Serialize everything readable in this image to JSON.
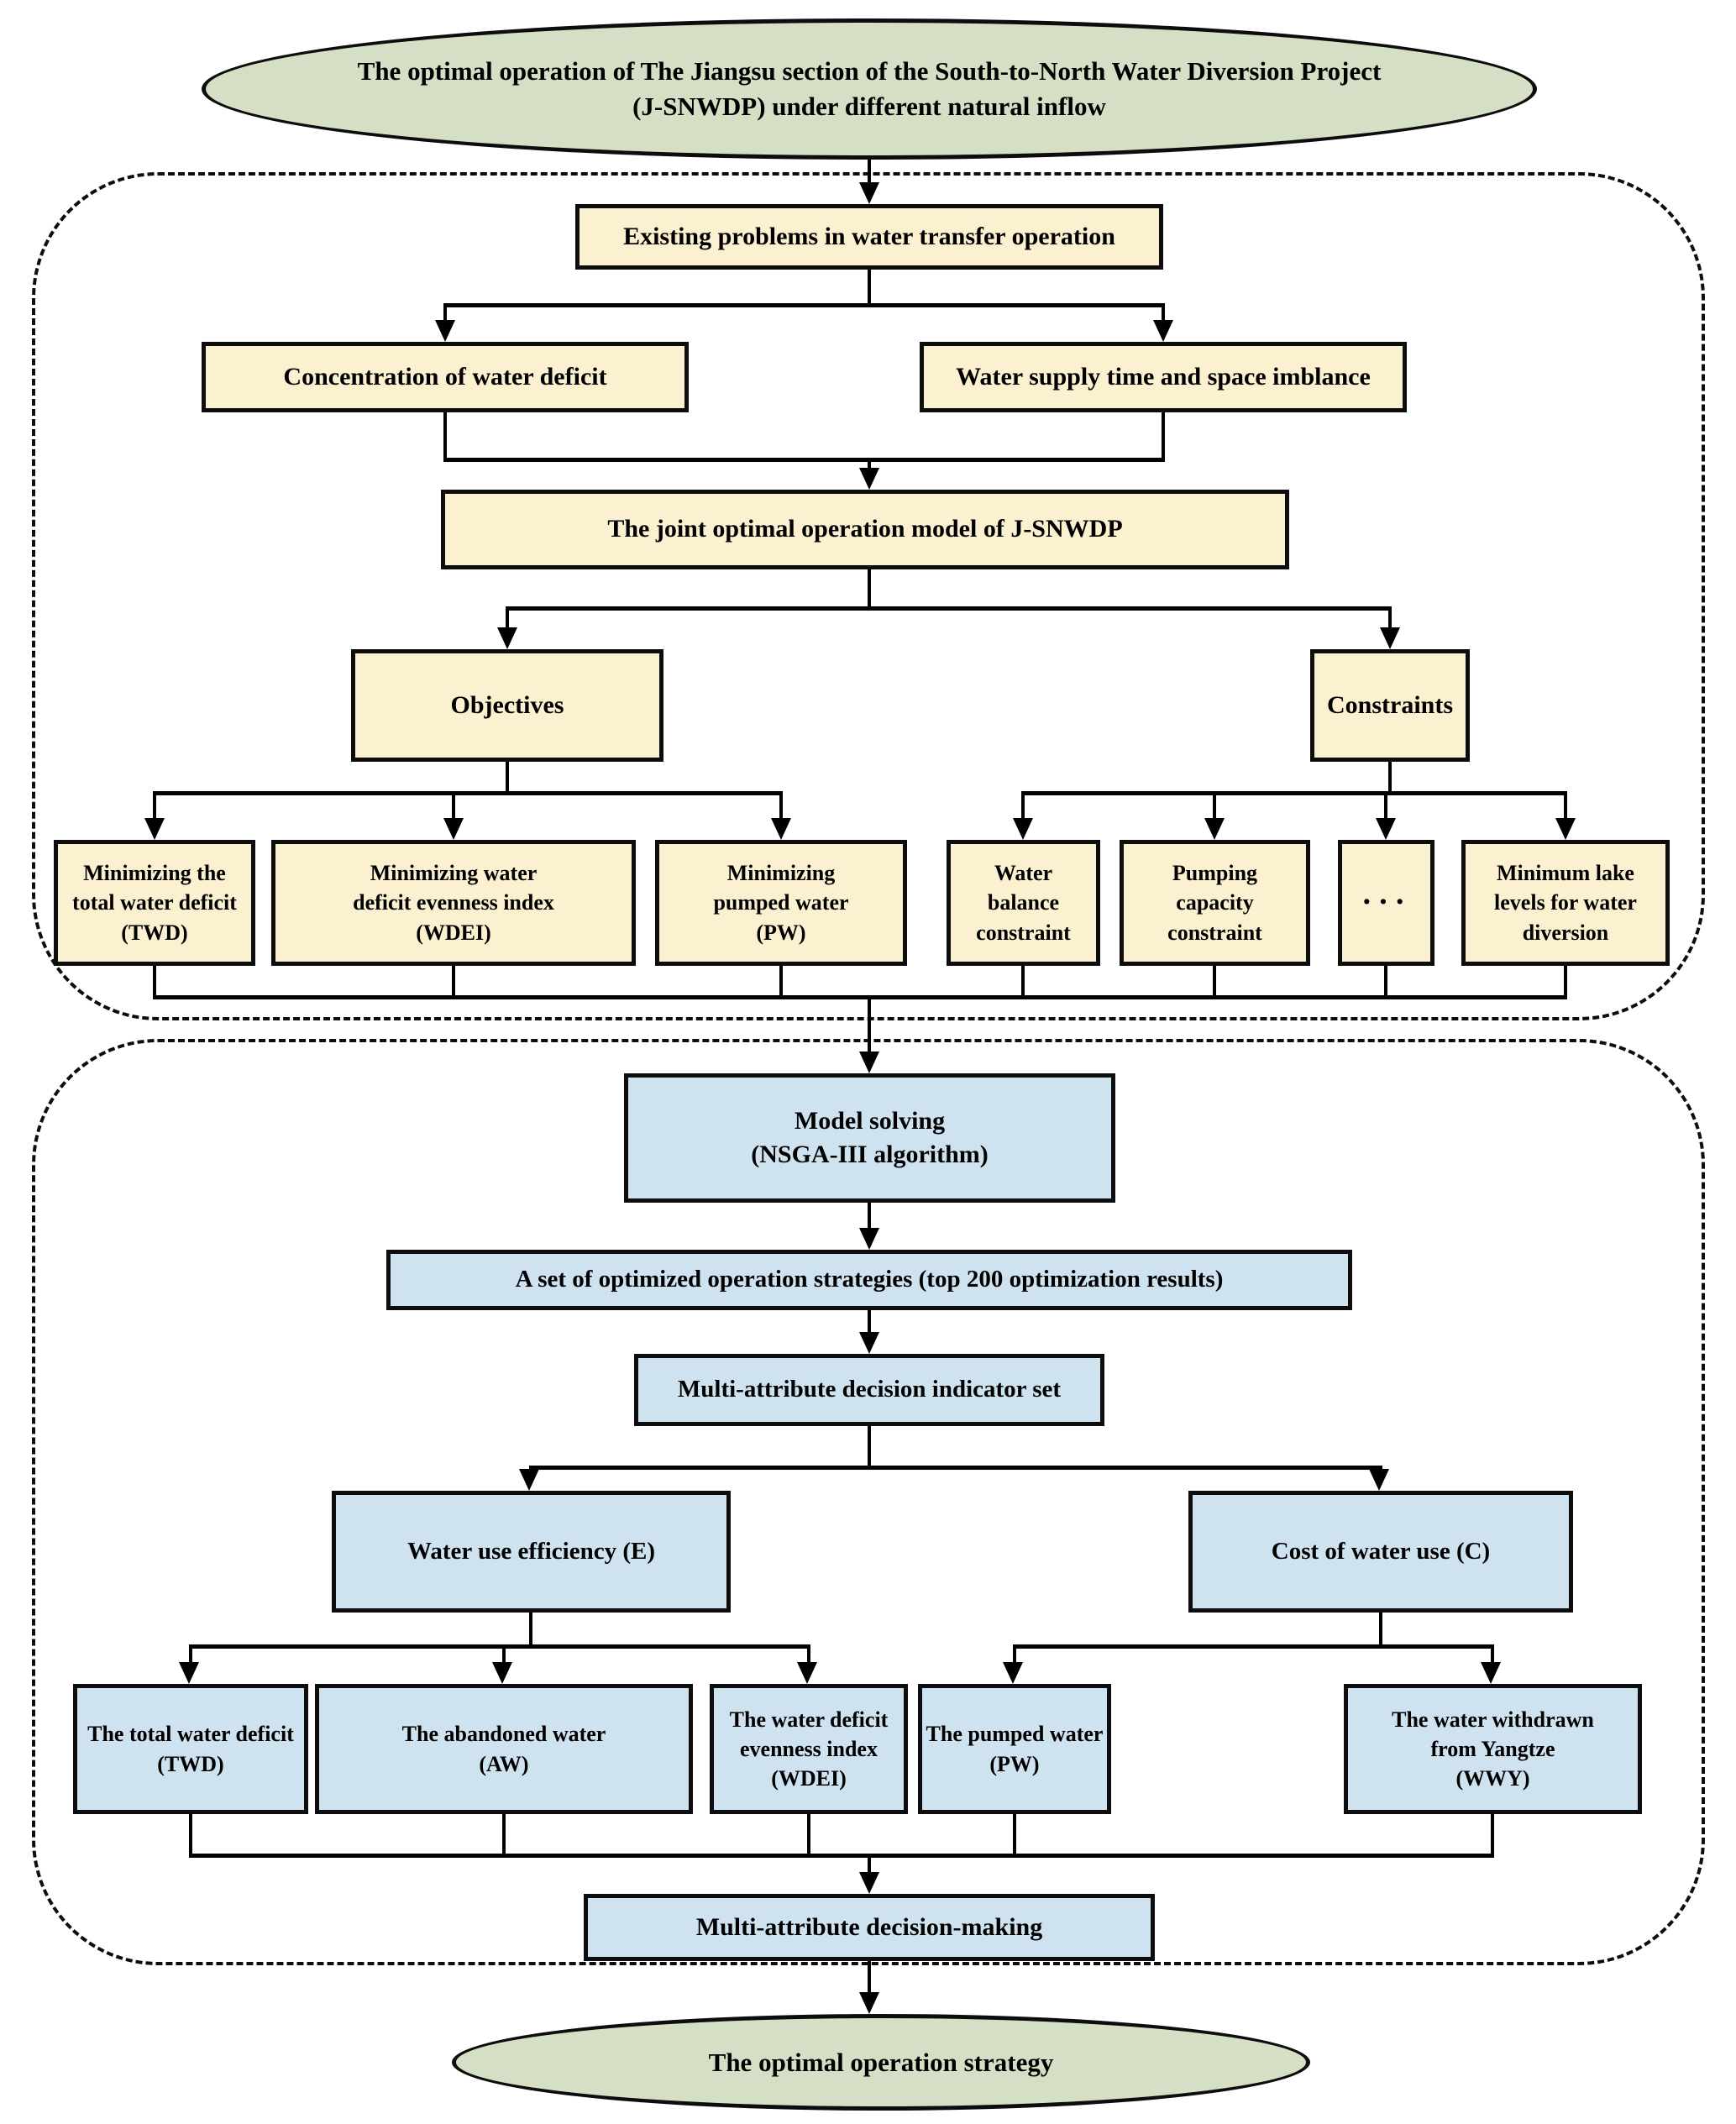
{
  "colors": {
    "node_yellow": "#fbf0cf",
    "node_blue": "#cfe2f0",
    "terminal_green": "#d5dfc5",
    "line": "#000000"
  },
  "terminals": {
    "start": "The optimal operation of The Jiangsu section of the South-to-North Water Diversion Project\n(J-SNWDP) under different natural inflow",
    "end": "The optimal operation strategy"
  },
  "phase1": {
    "existing": "Existing problems in water transfer operation",
    "problems": [
      "Concentration of water deficit",
      "Water supply time and space imblance"
    ],
    "joint": "The joint optimal operation model of J-SNWDP",
    "objectives": {
      "label": "Objectives",
      "items": [
        "Minimizing the\ntotal water deficit\n(TWD)",
        "Minimizing water\ndeficit evenness index\n(WDEI)",
        "Minimizing\npumped water\n(PW)"
      ]
    },
    "constraints": {
      "label": "Constraints",
      "items": [
        "Water\nbalance\nconstraint",
        "Pumping\ncapacity\nconstraint",
        "···",
        "Minimum lake\nlevels for water\ndiversion"
      ]
    }
  },
  "phase2": {
    "solving": "Model solving\n(NSGA-III algorithm)",
    "strategies": "A set of optimized operation strategies (top 200 optimization results)",
    "indicator_set": "Multi-attribute decision indicator set",
    "efficiency": {
      "label": "Water use efficiency (E)",
      "items": [
        "The total water deficit\n(TWD)",
        "The abandoned water\n(AW)",
        "The water deficit\nevenness index\n(WDEI)"
      ]
    },
    "cost": {
      "label": "Cost of water use (C)",
      "items": [
        "The pumped water\n(PW)",
        "The water withdrawn\nfrom Yangtze\n(WWY)"
      ]
    },
    "decision": "Multi-attribute decision-making"
  }
}
